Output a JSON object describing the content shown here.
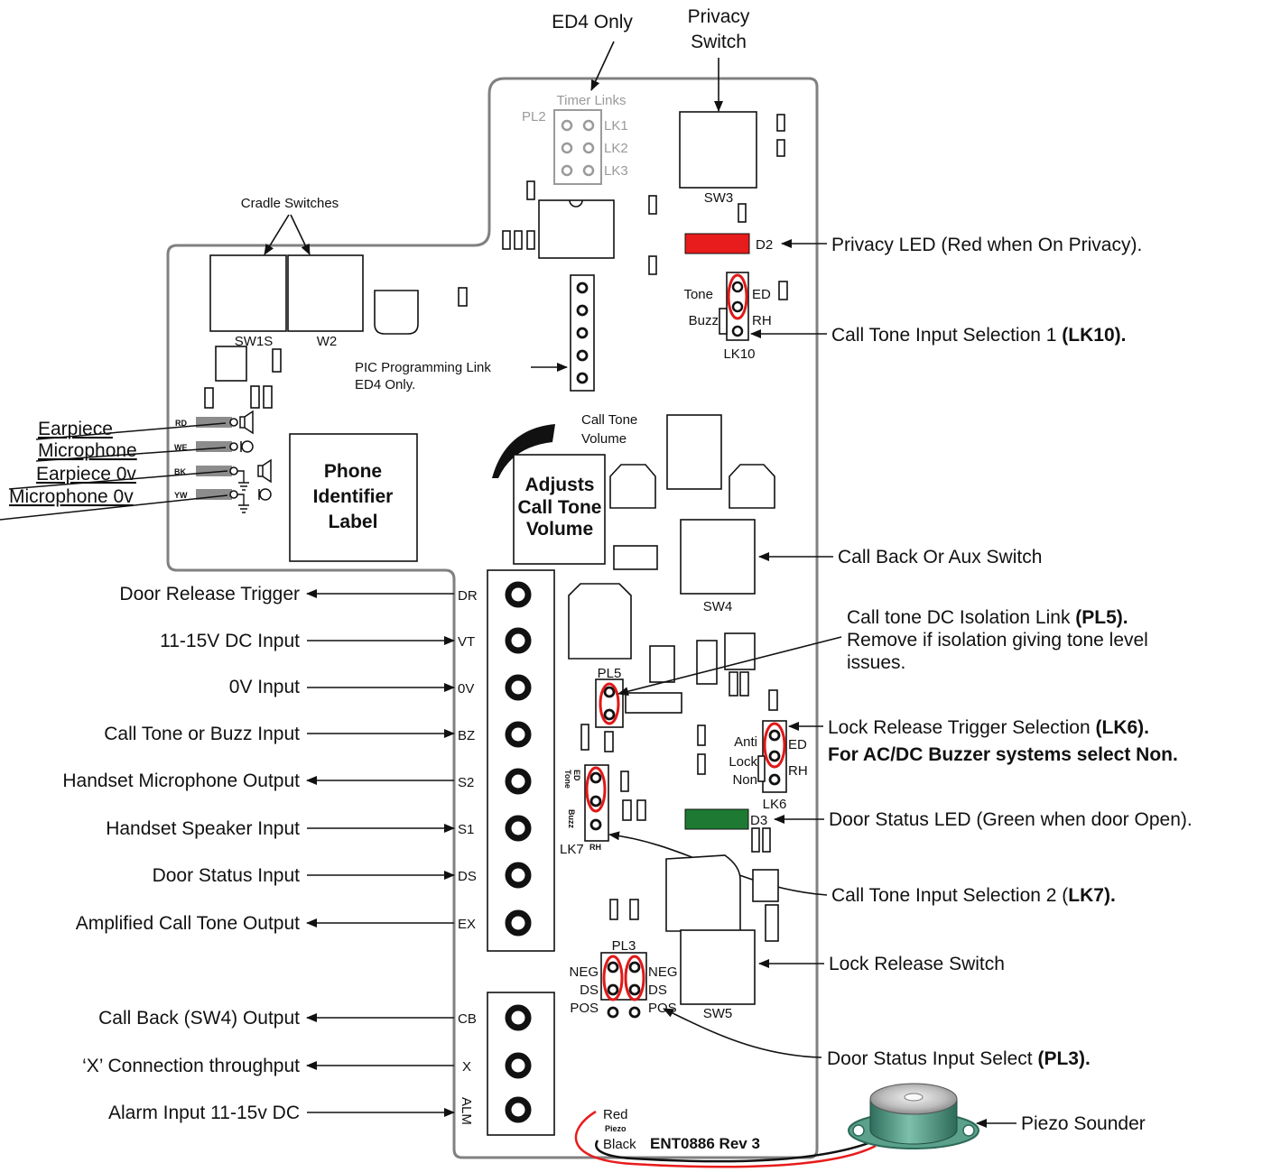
{
  "board": {
    "part_number": "ENT0886 Rev 3",
    "ed4_only": "ED4 Only",
    "privacy_switch": [
      "Privacy",
      "Switch"
    ],
    "timer_links": "Timer Links",
    "pl2": "PL2",
    "lk1": "LK1",
    "lk2": "LK2",
    "lk3": "LK3",
    "sw3": "SW3",
    "cradle_switches": "Cradle Switches",
    "sw1s": "SW1S",
    "w2": "W2",
    "d2": "D2",
    "tone": "Tone",
    "ed": "ED",
    "buzz": "Buzz",
    "rh": "RH",
    "lk10": "LK10",
    "pic_link": [
      "PIC Programming Link",
      "ED4 Only."
    ],
    "wire_codes": [
      "RD",
      "WE",
      "BK",
      "YW"
    ],
    "phone_label": [
      "Phone",
      "Identifier",
      "Label"
    ],
    "call_tone_volume": [
      "Call Tone",
      "Volume"
    ],
    "adjusts_box": [
      "Adjusts",
      "Call Tone",
      "Volume"
    ],
    "sw4": "SW4",
    "pl5": "PL5",
    "anti": "Anti",
    "lock": "Lock",
    "non": "Non",
    "lk6": "LK6",
    "lk7": "LK7",
    "lk7_ed": "ED",
    "lk7_tone": "Tone",
    "lk7_buzz": "Buzz",
    "lk7_rh": "RH",
    "d3": "D3",
    "pl3": "PL3",
    "neg": "NEG",
    "ds": "DS",
    "pos": "POS",
    "sw5": "SW5",
    "red": "Red",
    "piezo": "Piezo",
    "black": "Black",
    "terminals": [
      "DR",
      "VT",
      "0V",
      "BZ",
      "S2",
      "S1",
      "DS",
      "EX"
    ],
    "terminals2": [
      "CB",
      "X",
      "ALM"
    ]
  },
  "left_labels": {
    "handset": [
      "Earpiece",
      "Microphone",
      "Earpiece 0v",
      "Microphone 0v"
    ],
    "inputs_outputs": [
      "Door Release Trigger",
      "11-15V DC Input",
      "0V Input",
      "Call Tone or Buzz Input",
      "Handset Microphone Output",
      "Handset Speaker Input",
      "Door Status Input",
      "Amplified Call Tone Output",
      "Call Back (SW4) Output",
      "‘X’ Connection throughput",
      "Alarm Input 11-15v DC"
    ]
  },
  "right_labels": {
    "privacy_led": "Privacy LED (Red when On Privacy).",
    "lk10_text": "Call Tone Input Selection 1 ",
    "lk10_bold": "(LK10).",
    "call_back": "Call Back Or Aux Switch",
    "pl5_text": "Call tone DC Isolation Link ",
    "pl5_bold": "(PL5).",
    "pl5_line2": "Remove if isolation giving tone level",
    "pl5_line3": "issues.",
    "lk6_text": "Lock Release Trigger Selection ",
    "lk6_bold": "(LK6).",
    "lk6_line2": "For AC/DC Buzzer systems select Non.",
    "door_led": "Door Status LED (Green when door Open).",
    "lk7_text": "Call Tone Input Selection 2 (",
    "lk7_bold": "LK7).",
    "lock_release": "Lock Release Switch",
    "pl3_text": "Door Status Input Select ",
    "pl3_bold": "(PL3).",
    "piezo": "Piezo Sounder"
  },
  "colors": {
    "board_outline": "#808080",
    "privacy_led": "#e81c1c",
    "door_led": "#1e7a32",
    "link_highlight": "#e01818",
    "piezo_body": "#5aa08a"
  }
}
